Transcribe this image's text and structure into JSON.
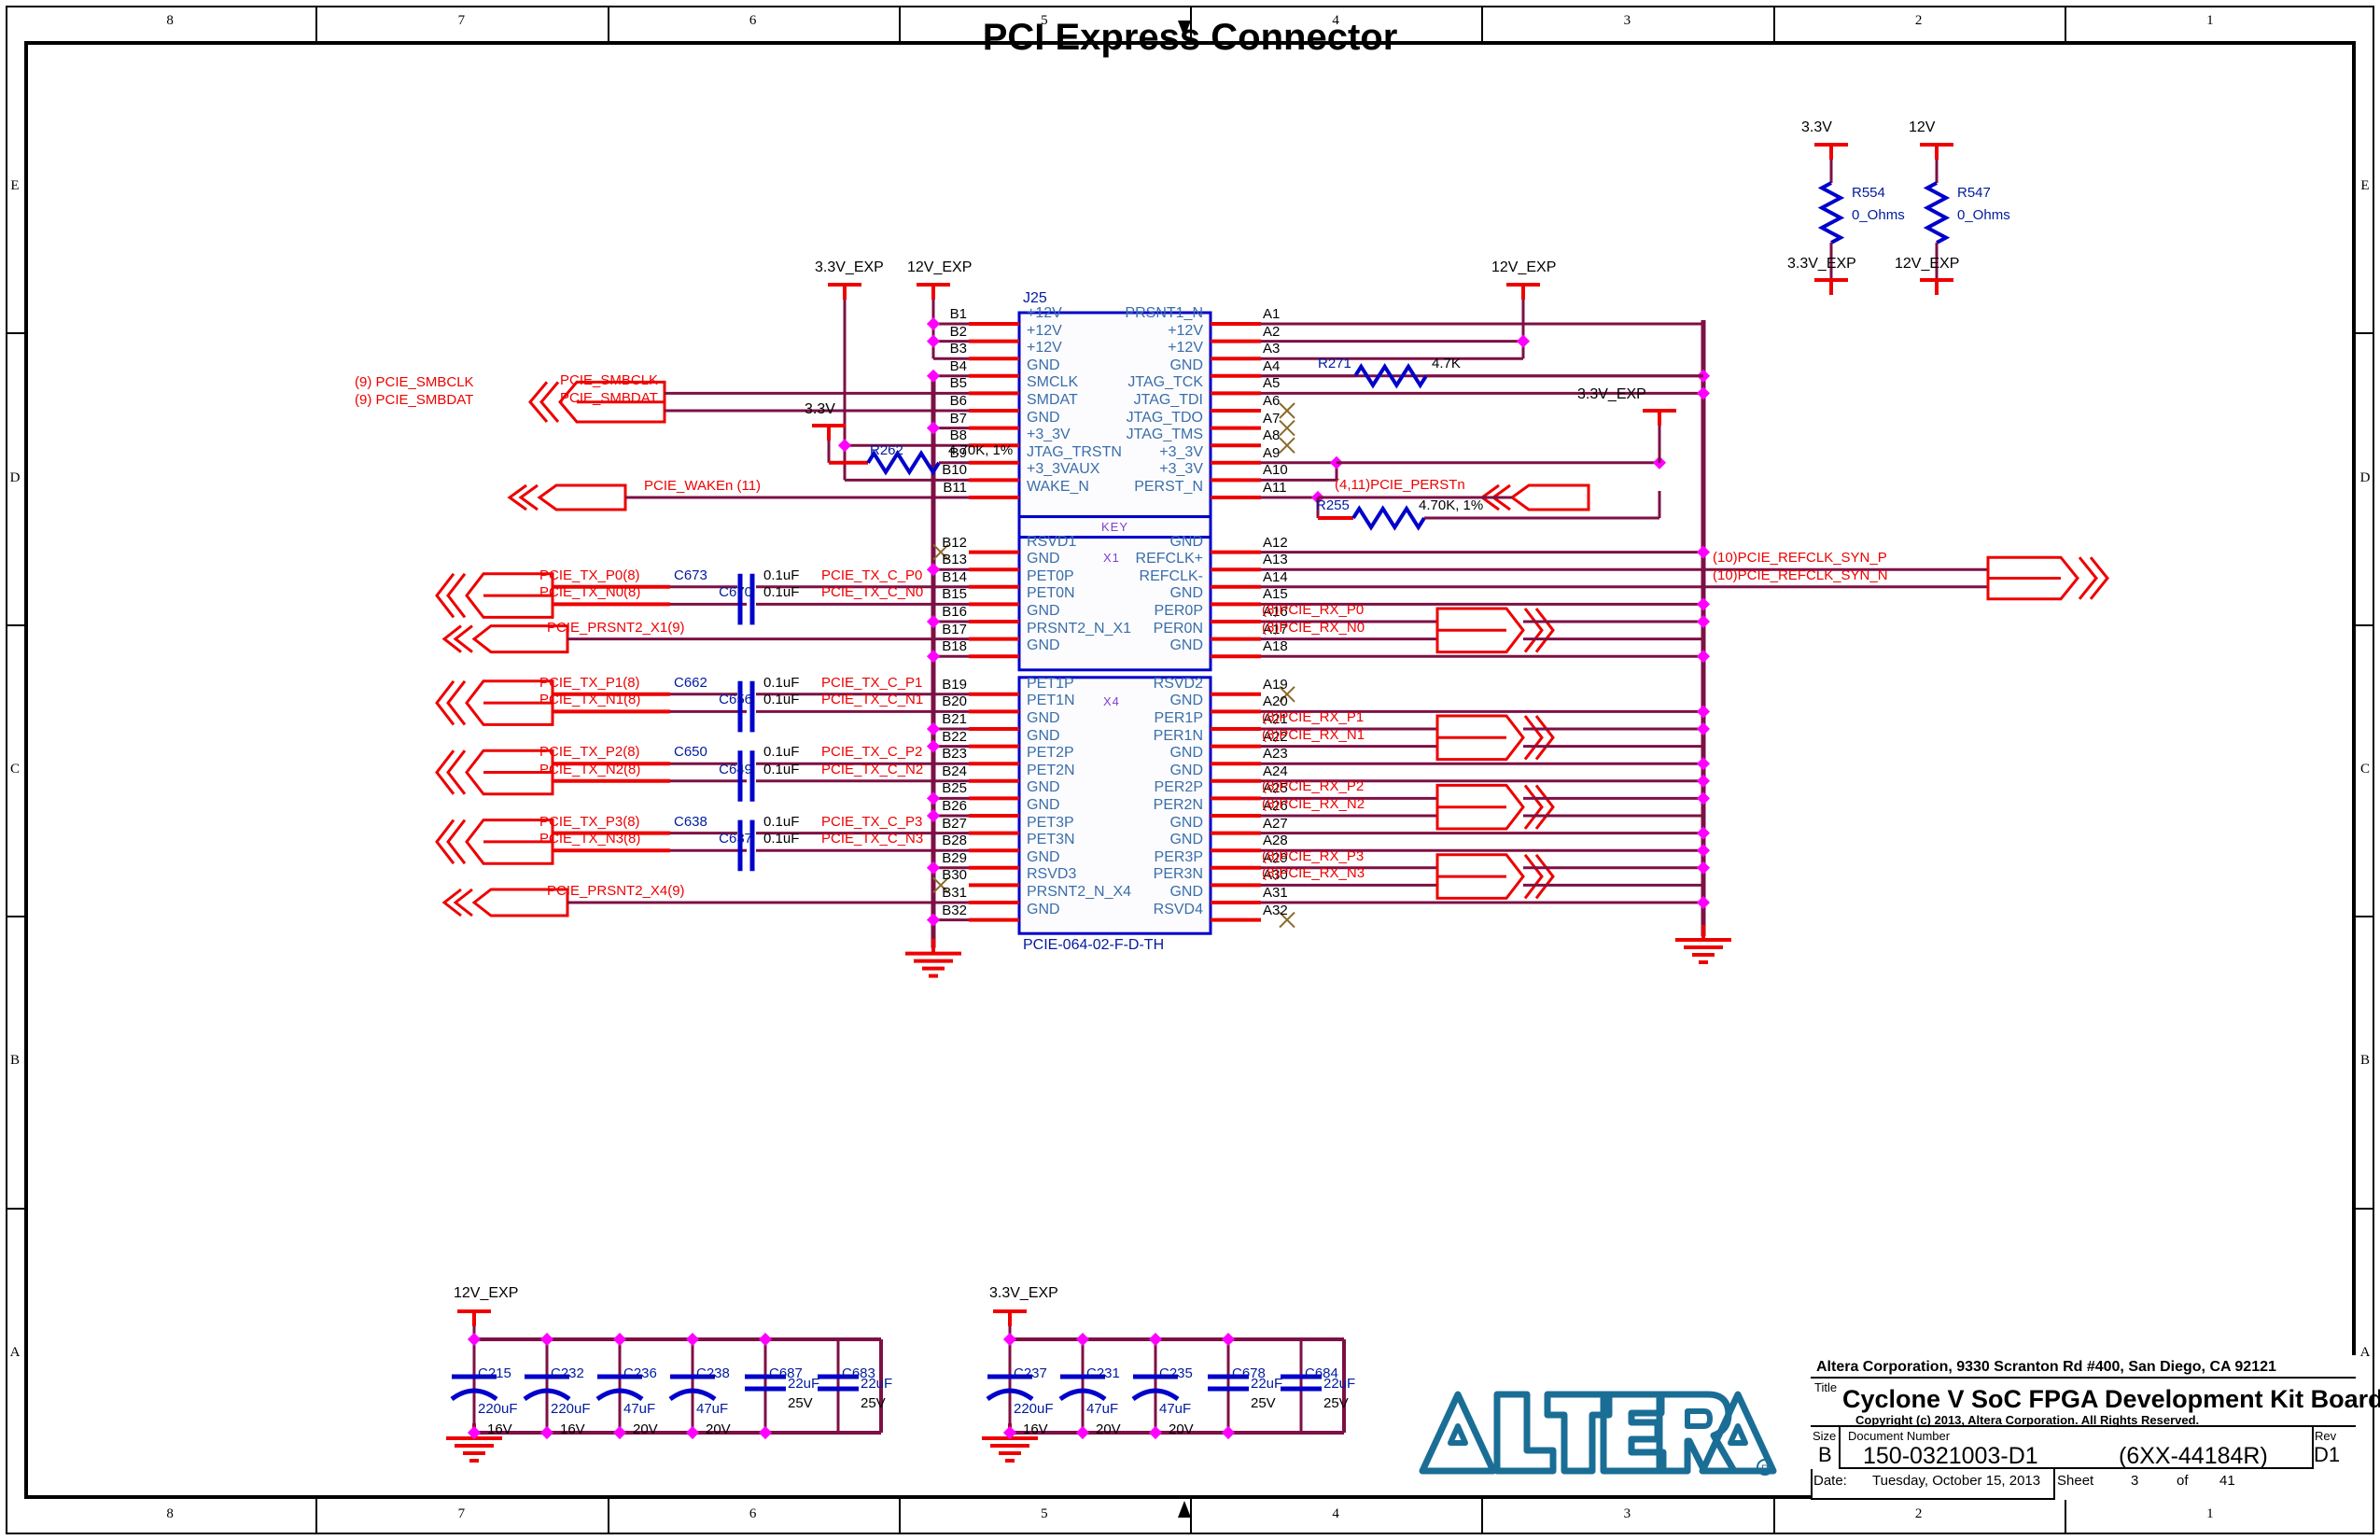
{
  "sheet": {
    "title": "PCI Express Connector",
    "border_cols": [
      "8",
      "7",
      "6",
      "5",
      "4",
      "3",
      "2",
      "1"
    ],
    "border_rows": [
      "E",
      "D",
      "C",
      "B",
      "A"
    ]
  },
  "title_block": {
    "company": "Altera Corporation, 9330 Scranton Rd #400, San Diego, CA 92121",
    "title_label": "Title",
    "title_text": "Cyclone V SoC FPGA Development Kit Board",
    "copyright": "Copyright (c) 2013, Altera Corporation. All Rights Reserved.",
    "size_label": "Size",
    "size_value": "B",
    "docnum_label": "Document  Number",
    "docnum_value": "150-0321003-D1",
    "docnum_alt": "(6XX-44184R)",
    "rev_label": "Rev",
    "rev_value": "D1",
    "date_label": "Date:",
    "date_value": "Tuesday, October 15, 2013",
    "sheet_label": "Sheet",
    "sheet_num": "3",
    "sheet_of": "of",
    "sheet_total": "41",
    "logo_text": "ALTERA",
    "logo_color": "#1a6e96"
  },
  "connector": {
    "refdes": "J25",
    "partnum": "PCIE-064-02-F-D-TH",
    "key_label": "KEY",
    "x1_label": "X1",
    "x4_label": "X4",
    "left_pins_top": [
      {
        "num": "B1",
        "name": "+12V"
      },
      {
        "num": "B2",
        "name": "+12V"
      },
      {
        "num": "B3",
        "name": "+12V"
      },
      {
        "num": "B4",
        "name": "GND"
      },
      {
        "num": "B5",
        "name": "SMCLK"
      },
      {
        "num": "B6",
        "name": "SMDAT"
      },
      {
        "num": "B7",
        "name": "GND"
      },
      {
        "num": "B8",
        "name": "+3_3V"
      },
      {
        "num": "B9",
        "name": "JTAG_TRSTN"
      },
      {
        "num": "B10",
        "name": "+3_3VAUX"
      },
      {
        "num": "B11",
        "name": "WAKE_N"
      }
    ],
    "right_pins_top": [
      {
        "num": "A1",
        "name": "PRSNT1_N"
      },
      {
        "num": "A2",
        "name": "+12V"
      },
      {
        "num": "A3",
        "name": "+12V"
      },
      {
        "num": "A4",
        "name": "GND"
      },
      {
        "num": "A5",
        "name": "JTAG_TCK"
      },
      {
        "num": "A6",
        "name": "JTAG_TDI"
      },
      {
        "num": "A7",
        "name": "JTAG_TDO"
      },
      {
        "num": "A8",
        "name": "JTAG_TMS"
      },
      {
        "num": "A9",
        "name": "+3_3V"
      },
      {
        "num": "A10",
        "name": "+3_3V"
      },
      {
        "num": "A11",
        "name": "PERST_N"
      }
    ],
    "left_pins_x1": [
      {
        "num": "B12",
        "name": "RSVD1"
      },
      {
        "num": "B13",
        "name": "GND"
      },
      {
        "num": "B14",
        "name": "PET0P"
      },
      {
        "num": "B15",
        "name": "PET0N"
      },
      {
        "num": "B16",
        "name": "GND"
      },
      {
        "num": "B17",
        "name": "PRSNT2_N_X1"
      },
      {
        "num": "B18",
        "name": "GND"
      }
    ],
    "right_pins_x1": [
      {
        "num": "A12",
        "name": "GND"
      },
      {
        "num": "A13",
        "name": "REFCLK+"
      },
      {
        "num": "A14",
        "name": "REFCLK-"
      },
      {
        "num": "A15",
        "name": "GND"
      },
      {
        "num": "A16",
        "name": "PER0P"
      },
      {
        "num": "A17",
        "name": "PER0N"
      },
      {
        "num": "A18",
        "name": "GND"
      }
    ],
    "left_pins_x4": [
      {
        "num": "B19",
        "name": "PET1P"
      },
      {
        "num": "B20",
        "name": "PET1N"
      },
      {
        "num": "B21",
        "name": "GND"
      },
      {
        "num": "B22",
        "name": "GND"
      },
      {
        "num": "B23",
        "name": "PET2P"
      },
      {
        "num": "B24",
        "name": "PET2N"
      },
      {
        "num": "B25",
        "name": "GND"
      },
      {
        "num": "B26",
        "name": "GND"
      },
      {
        "num": "B27",
        "name": "PET3P"
      },
      {
        "num": "B28",
        "name": "PET3N"
      },
      {
        "num": "B29",
        "name": "GND"
      },
      {
        "num": "B30",
        "name": "RSVD3"
      },
      {
        "num": "B31",
        "name": "PRSNT2_N_X4"
      },
      {
        "num": "B32",
        "name": "GND"
      }
    ],
    "right_pins_x4": [
      {
        "num": "A19",
        "name": "RSVD2"
      },
      {
        "num": "A20",
        "name": "GND"
      },
      {
        "num": "A21",
        "name": "PER1P"
      },
      {
        "num": "A22",
        "name": "PER1N"
      },
      {
        "num": "A23",
        "name": "GND"
      },
      {
        "num": "A24",
        "name": "GND"
      },
      {
        "num": "A25",
        "name": "PER2P"
      },
      {
        "num": "A26",
        "name": "PER2N"
      },
      {
        "num": "A27",
        "name": "GND"
      },
      {
        "num": "A28",
        "name": "GND"
      },
      {
        "num": "A29",
        "name": "PER3P"
      },
      {
        "num": "A30",
        "name": "PER3N"
      },
      {
        "num": "A31",
        "name": "GND"
      },
      {
        "num": "A32",
        "name": "RSVD4"
      }
    ]
  },
  "power_rails": {
    "v33_exp_top": "3.3V_EXP",
    "v12_exp_top": "12V_EXP",
    "v12_exp_right": "12V_EXP",
    "v33_exp_right": "3.3V_EXP",
    "v33": "3.3V",
    "v12v_src": "12V",
    "v33v_src": "3.3V",
    "v33_exp_bot": "3.3V_EXP",
    "v12_exp_bot": "12V_EXP",
    "v12_exp_cap": "12V_EXP",
    "v33_exp_cap": "3.3V_EXP"
  },
  "left_ports": [
    {
      "id": "smbclk",
      "sheet": "(9)",
      "name": "PCIE_SMBCLK",
      "inner": "PCIE_SMBCLK"
    },
    {
      "id": "smbdat",
      "sheet": "(9)",
      "name": "PCIE_SMBDAT",
      "inner": "PCIE_SMBDAT"
    },
    {
      "id": "waken",
      "sheet": "",
      "name": "PCIE_WAKEn (11)",
      "inner": "PCIE_WAKEn (11)"
    }
  ],
  "tx_lanes": [
    {
      "p_label": "PCIE_TX_P0(8)",
      "n_label": "PCIE_TX_N0(8)",
      "cp": "C673",
      "cn": "C670",
      "cval": "0.1uF",
      "p_out": "PCIE_TX_C_P0",
      "n_out": "PCIE_TX_C_N0"
    },
    {
      "p_label": "PCIE_TX_P1(8)",
      "n_label": "PCIE_TX_N1(8)",
      "cp": "C662",
      "cn": "C656",
      "cval": "0.1uF",
      "p_out": "PCIE_TX_C_P1",
      "n_out": "PCIE_TX_C_N1"
    },
    {
      "p_label": "PCIE_TX_P2(8)",
      "n_label": "PCIE_TX_N2(8)",
      "cp": "C650",
      "cn": "C649",
      "cval": "0.1uF",
      "p_out": "PCIE_TX_C_P2",
      "n_out": "PCIE_TX_C_N2"
    },
    {
      "p_label": "PCIE_TX_P3(8)",
      "n_label": "PCIE_TX_N3(8)",
      "cp": "C638",
      "cn": "C637",
      "cval": "0.1uF",
      "p_out": "PCIE_TX_C_P3",
      "n_out": "PCIE_TX_C_N3"
    }
  ],
  "prsnt_ports": [
    {
      "name": "PCIE_PRSNT2_X1(9)"
    },
    {
      "name": "PCIE_PRSNT2_X4(9)"
    }
  ],
  "rx_lanes": [
    {
      "p_label": "(8)PCIE_RX_P0",
      "n_label": "(8)PCIE_RX_N0"
    },
    {
      "p_label": "(8)PCIE_RX_P1",
      "n_label": "(8)PCIE_RX_N1"
    },
    {
      "p_label": "(8)PCIE_RX_P2",
      "n_label": "(8)PCIE_RX_N2"
    },
    {
      "p_label": "(8)PCIE_RX_P3",
      "n_label": "(8)PCIE_RX_N3"
    }
  ],
  "refclk_ports": [
    {
      "name": "(10)PCIE_REFCLK_SYN_P"
    },
    {
      "name": "(10)PCIE_REFCLK_SYN_N"
    }
  ],
  "perst_port": {
    "name": "(4,11)PCIE_PERSTn"
  },
  "resistors": [
    {
      "id": "R262",
      "value": "4.70K, 1%",
      "rail": "3.3V"
    },
    {
      "id": "R271",
      "value": "4.7K",
      "rail": ""
    },
    {
      "id": "R255",
      "value": "4.70K, 1%",
      "rail": ""
    },
    {
      "id": "R554",
      "value": "0_Ohms",
      "rail": "3.3V"
    },
    {
      "id": "R547",
      "value": "0_Ohms",
      "rail": "12V"
    }
  ],
  "cap_bank_12v": {
    "rail": "12V_EXP",
    "caps": [
      {
        "id": "C215",
        "value": "220uF",
        "volt": "16V",
        "type": "pol"
      },
      {
        "id": "C232",
        "value": "220uF",
        "volt": "16V",
        "type": "pol"
      },
      {
        "id": "C236",
        "value": "47uF",
        "volt": "20V",
        "type": "pol"
      },
      {
        "id": "C238",
        "value": "47uF",
        "volt": "20V",
        "type": "pol"
      },
      {
        "id": "C687",
        "value": "22uF",
        "volt": "25V",
        "type": "cer"
      },
      {
        "id": "C683",
        "value": "22uF",
        "volt": "25V",
        "type": "cer"
      }
    ]
  },
  "cap_bank_33v": {
    "rail": "3.3V_EXP",
    "caps": [
      {
        "id": "C237",
        "value": "220uF",
        "volt": "16V",
        "type": "pol"
      },
      {
        "id": "C231",
        "value": "47uF",
        "volt": "20V",
        "type": "pol"
      },
      {
        "id": "C235",
        "value": "47uF",
        "volt": "20V",
        "type": "pol"
      },
      {
        "id": "C678",
        "value": "22uF",
        "volt": "25V",
        "type": "cer"
      },
      {
        "id": "C684",
        "value": "22uF",
        "volt": "25V",
        "type": "cer"
      }
    ]
  }
}
